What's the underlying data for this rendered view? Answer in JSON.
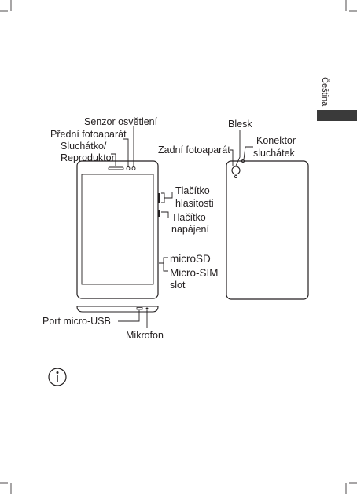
{
  "language_tab": "Čeština",
  "labels": {
    "sensor": "Senzor osvětlení",
    "front_camera": "Přední fotoaparát",
    "earpiece_line1": "Sluchátko/",
    "earpiece_line2": "Reproduktor",
    "volume_line1": "Tlačítko",
    "volume_line2": "hlasitosti",
    "power_line1": "Tlačítko",
    "power_line2": "napájení",
    "microsd": "microSD",
    "microsim_line1": "Micro-SIM",
    "microsim_line2": "slot",
    "usb": "Port micro-USB",
    "mic": "Mikrofon",
    "flash": "Blesk",
    "rear_camera": "Zadní fotoaparát",
    "headset_line1": "Konektor",
    "headset_line2": "sluchátek"
  },
  "icons": {
    "note": "info-icon"
  }
}
